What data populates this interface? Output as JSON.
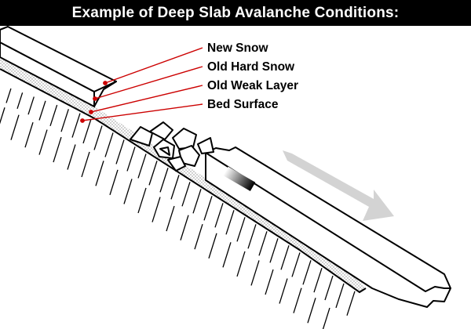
{
  "title": "Example of Deep Slab Avalanche Conditions:",
  "labels": {
    "new_snow": "New Snow",
    "old_hard_snow": "Old Hard Snow",
    "old_weak_layer": "Old Weak Layer",
    "bed_surface": "Bed Surface"
  },
  "colors": {
    "title_bg": "#000000",
    "title_text": "#ffffff",
    "leader_lines": "#cc0000",
    "arrow": "#d0d0d0",
    "weak_layer_dots": "#9a9a9a"
  },
  "icons": {
    "slide_direction": "downslope-arrow-icon"
  }
}
